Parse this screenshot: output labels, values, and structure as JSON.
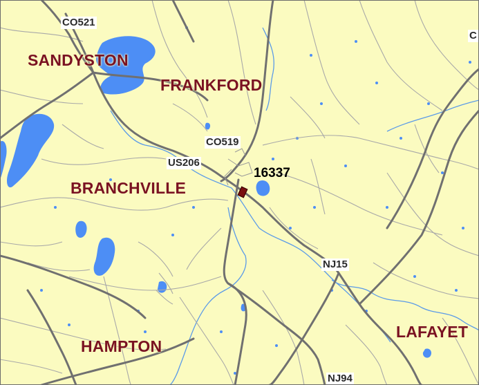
{
  "map": {
    "colors": {
      "land": "#fbfbc0",
      "water": "#4d8ef5",
      "stream": "#5a9ae8",
      "major_road": "#707070",
      "minor_road": "#a8a8a8",
      "town_label": "#7a1222",
      "marker": "#7a1010"
    },
    "towns": {
      "sandyston": "SANDYSTON",
      "frankford": "FRANKFORD",
      "branchville": "BRANCHVILLE",
      "hampton": "HAMPTON",
      "lafayette": "LAFAYET"
    },
    "routes": {
      "co521": "CO521",
      "co519": "CO519",
      "us206": "US206",
      "nj15": "NJ15",
      "nj94": "NJ94",
      "c_edge": "C"
    },
    "marker": {
      "label": "16337",
      "icon": "location-marker-icon"
    }
  }
}
